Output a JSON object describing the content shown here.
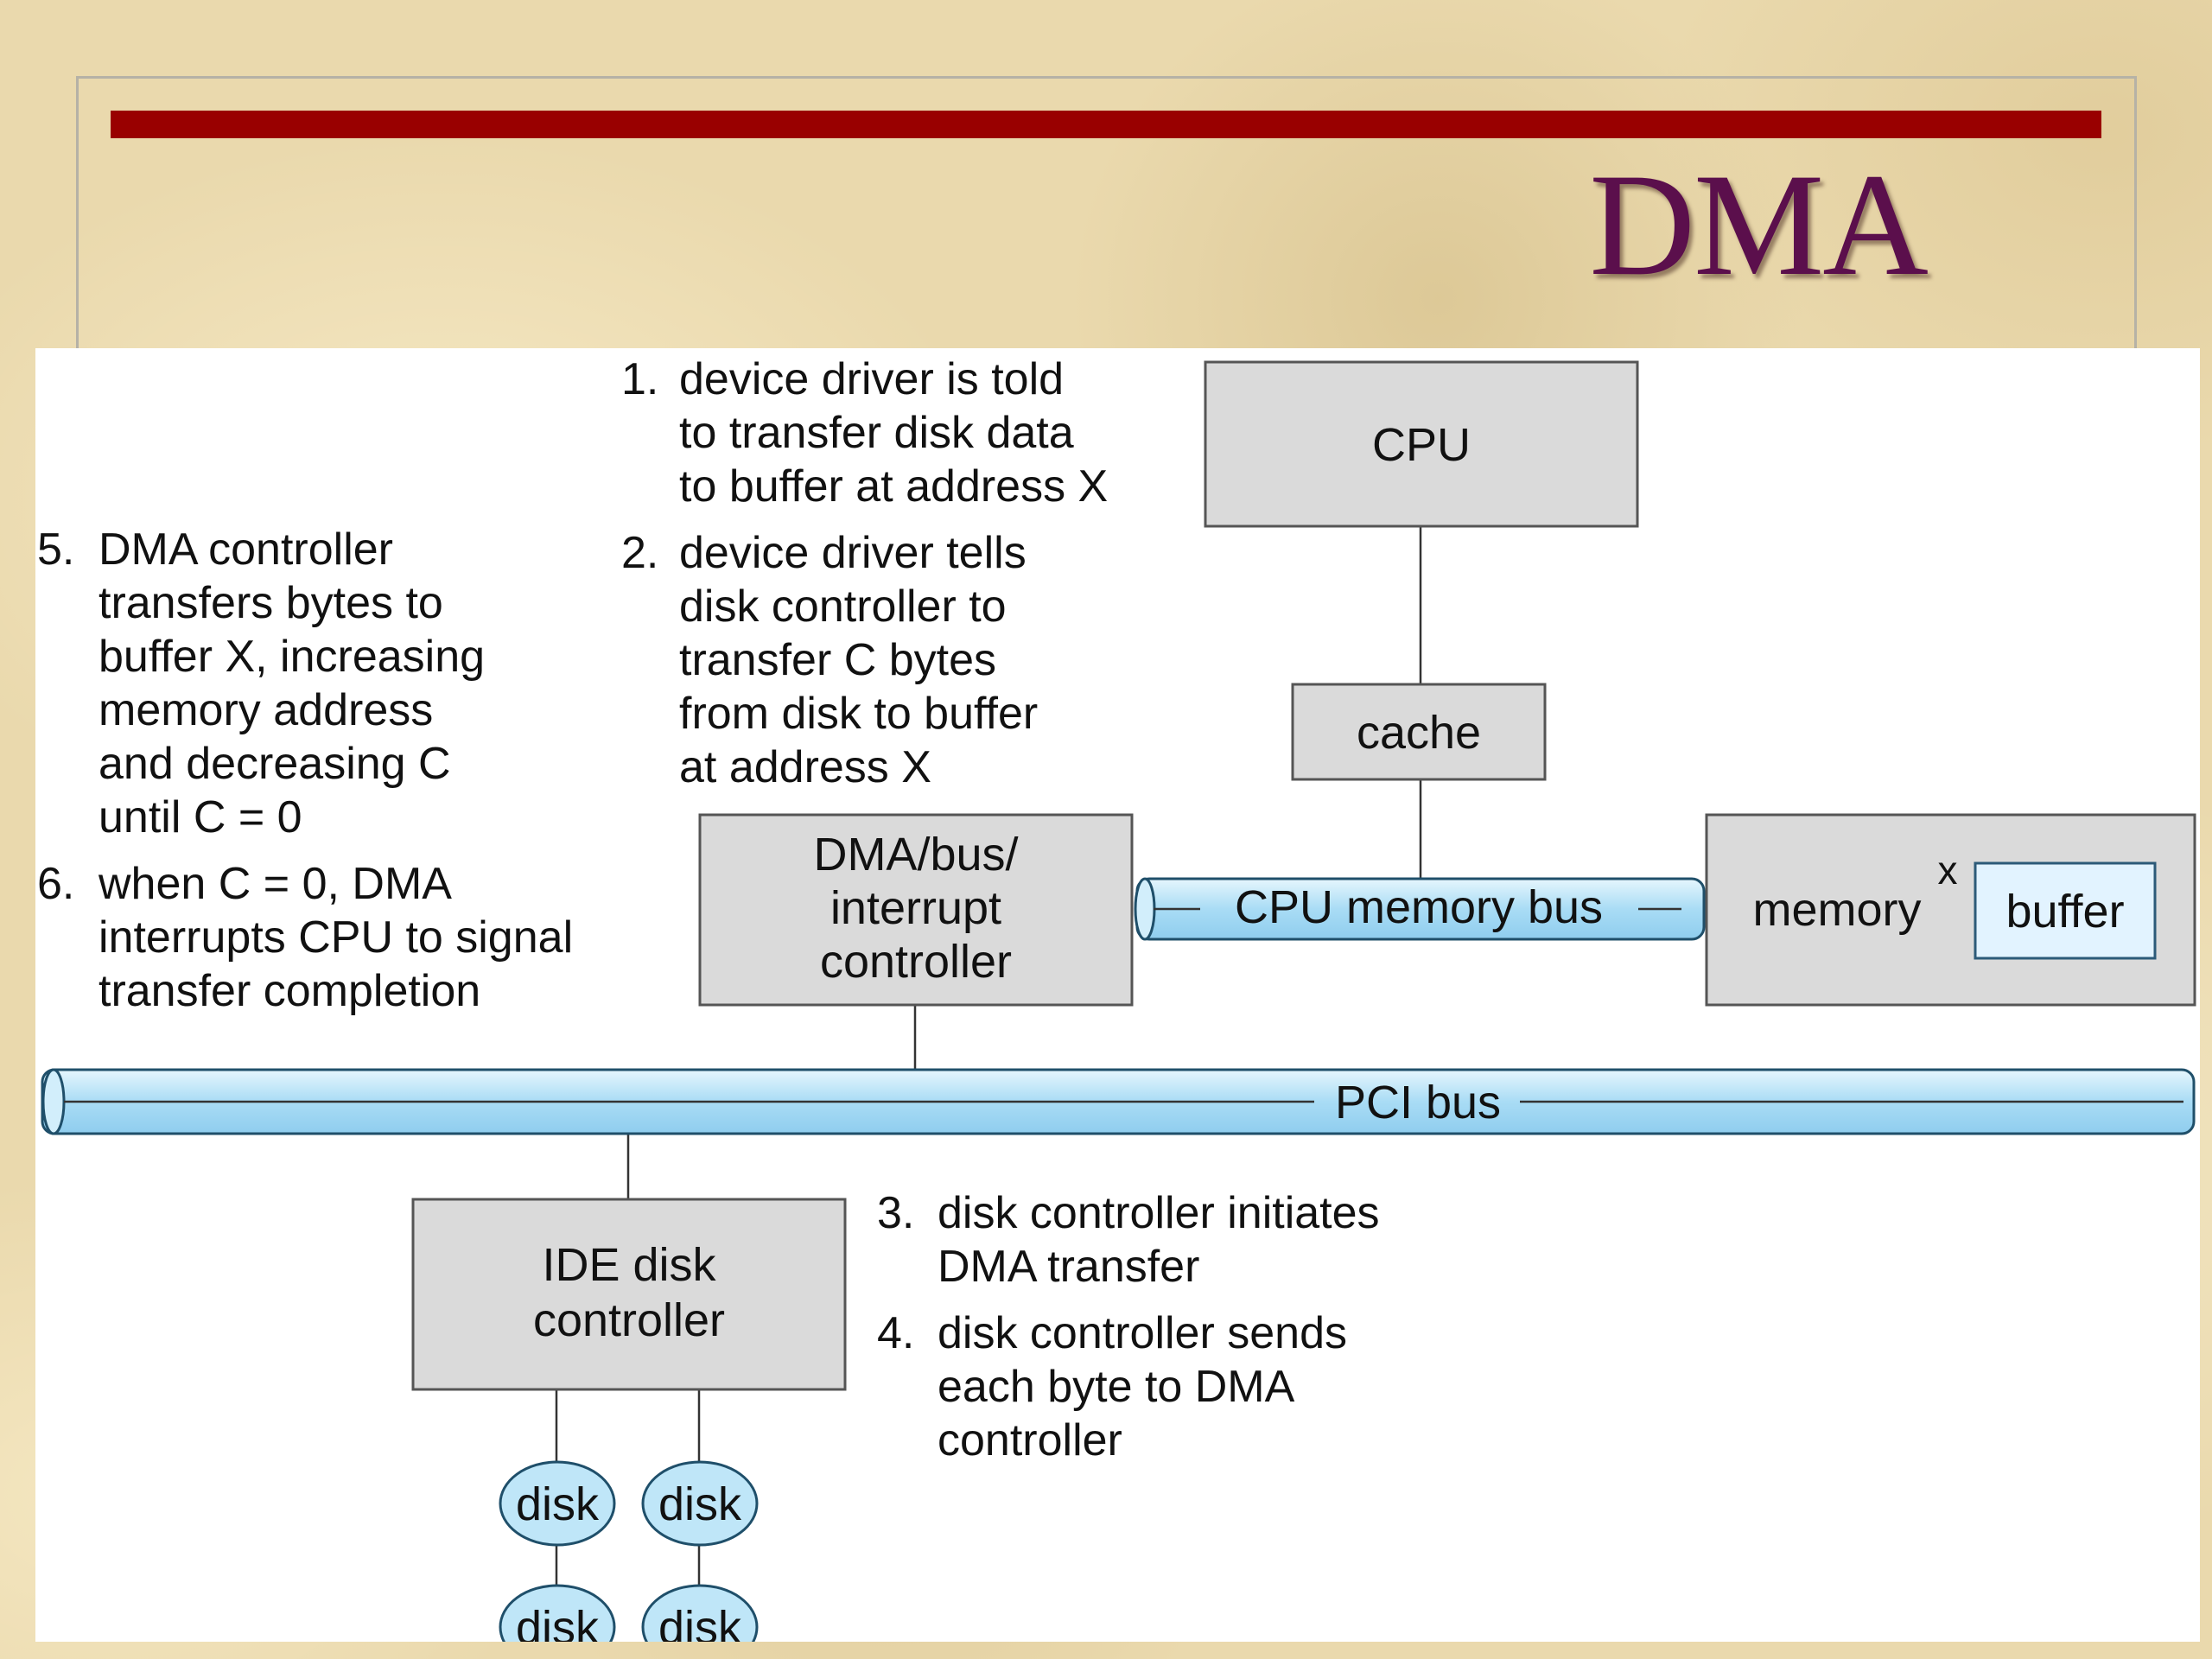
{
  "slide": {
    "title": "DMA",
    "colors": {
      "rule": "#990000",
      "title": "#5b0f4c",
      "bus": "#bfe6f8",
      "box": "#dadada"
    }
  },
  "components": {
    "cpu": "CPU",
    "cache": "cache",
    "dma_controller": [
      "DMA/bus/",
      "interrupt",
      "controller"
    ],
    "cpu_memory_bus": "CPU memory bus",
    "memory": "memory",
    "address_mark": "x",
    "buffer": "buffer",
    "pci_bus": "PCI bus",
    "ide_controller": [
      "IDE disk",
      "controller"
    ],
    "disks": [
      "disk",
      "disk",
      "disk",
      "disk"
    ]
  },
  "steps": {
    "step1": {
      "num": "1.",
      "lines": [
        "device driver is told",
        "to transfer disk data",
        "to buffer at address X"
      ]
    },
    "step2": {
      "num": "2.",
      "lines": [
        "device driver tells",
        "disk controller to",
        "transfer C bytes",
        "from disk to buffer",
        "at address X"
      ]
    },
    "step3": {
      "num": "3.",
      "lines": [
        "disk controller initiates",
        "DMA transfer"
      ]
    },
    "step4": {
      "num": "4.",
      "lines": [
        "disk controller sends",
        "each byte to DMA",
        "controller"
      ]
    },
    "step5": {
      "num": "5.",
      "lines": [
        "DMA controller",
        "transfers bytes to",
        "buffer X, increasing",
        "memory address",
        "and decreasing C",
        "until C = 0"
      ]
    },
    "step6": {
      "num": "6.",
      "lines": [
        "when C = 0, DMA",
        "interrupts CPU to signal",
        "transfer completion"
      ]
    }
  }
}
